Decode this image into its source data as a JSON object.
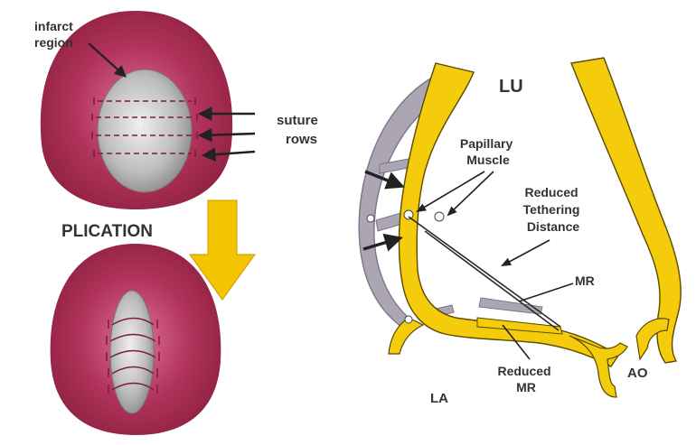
{
  "labels": {
    "infarct": [
      "infarct",
      "region"
    ],
    "suture": [
      "suture",
      "rows"
    ],
    "plication": "PLICATION",
    "lv": "LU",
    "papillary": [
      "Papillary",
      "Muscle"
    ],
    "tethering": [
      "Reduced",
      "Tethering",
      "Distance"
    ],
    "mr": "MR",
    "reduced_mr": [
      "Reduced",
      "MR"
    ],
    "la": "LA",
    "ao": "AO"
  },
  "colors": {
    "heart_dark": "#8a1f3e",
    "heart_mid": "#b0325a",
    "heart_light": "#e0709a",
    "infarct_light": "#e8e8e8",
    "infarct_dark": "#8c8c8c",
    "suture": "#7a1f35",
    "plication_arrow": "#f3c400",
    "wall_yellow": "#f4cc0c",
    "wall_outline": "#5a4a00",
    "grey_wall": "#aca6b4",
    "ink": "#222222"
  }
}
